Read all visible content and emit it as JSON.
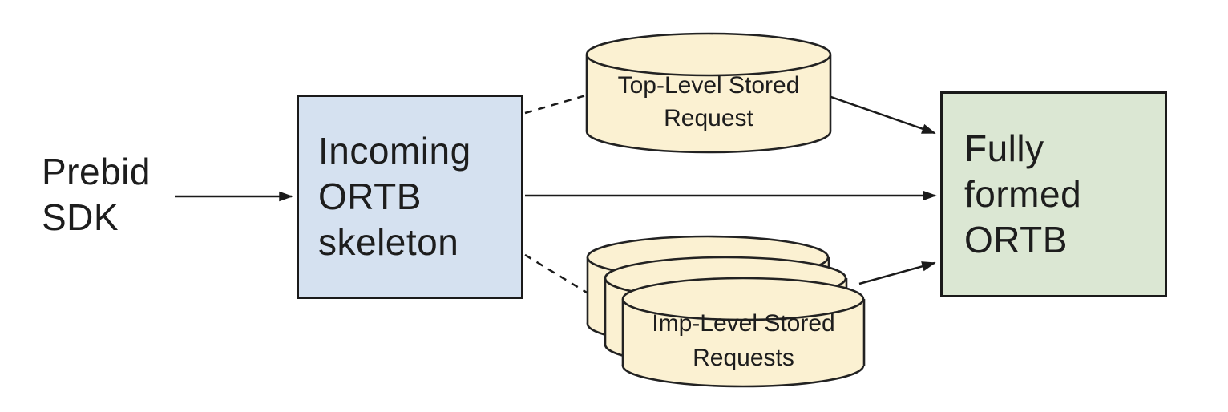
{
  "canvas": {
    "background": "#ffffff"
  },
  "nodes": {
    "prebid_sdk": {
      "type": "text",
      "label": "Prebid\nSDK"
    },
    "incoming_ortb": {
      "type": "box",
      "label": "Incoming\nORTB\nskeleton",
      "fill": "#d5e1f0",
      "border": "#1a1a1a"
    },
    "top_level_stored_request": {
      "type": "cylinder",
      "label": "Top-Level Stored\nRequest",
      "fill": "#fbf1d2",
      "border": "#222222"
    },
    "imp_level_stored_requests": {
      "type": "cylinder-stack",
      "visible_count": 3,
      "label": "Imp-Level Stored\nRequests",
      "fill": "#fbf1d2",
      "border": "#222222"
    },
    "fully_formed_ortb": {
      "type": "box",
      "label": "Fully\nformed\nORTB",
      "fill": "#dbe7d3",
      "border": "#1a1a1a"
    }
  },
  "edges": [
    {
      "from": "prebid_sdk",
      "to": "incoming_ortb",
      "style": "solid",
      "arrowhead": true
    },
    {
      "from": "incoming_ortb",
      "to": "top_level_stored_request",
      "style": "dashed",
      "arrowhead": false
    },
    {
      "from": "incoming_ortb",
      "to": "fully_formed_ortb",
      "style": "solid",
      "arrowhead": true
    },
    {
      "from": "incoming_ortb",
      "to": "imp_level_stored_requests",
      "style": "dashed",
      "arrowhead": false
    },
    {
      "from": "top_level_stored_request",
      "to": "fully_formed_ortb",
      "style": "solid",
      "arrowhead": true
    },
    {
      "from": "imp_level_stored_requests",
      "to": "fully_formed_ortb",
      "style": "solid",
      "arrowhead": true
    }
  ],
  "colors": {
    "edge": "#1a1a1a",
    "text": "#1d1d1d"
  }
}
